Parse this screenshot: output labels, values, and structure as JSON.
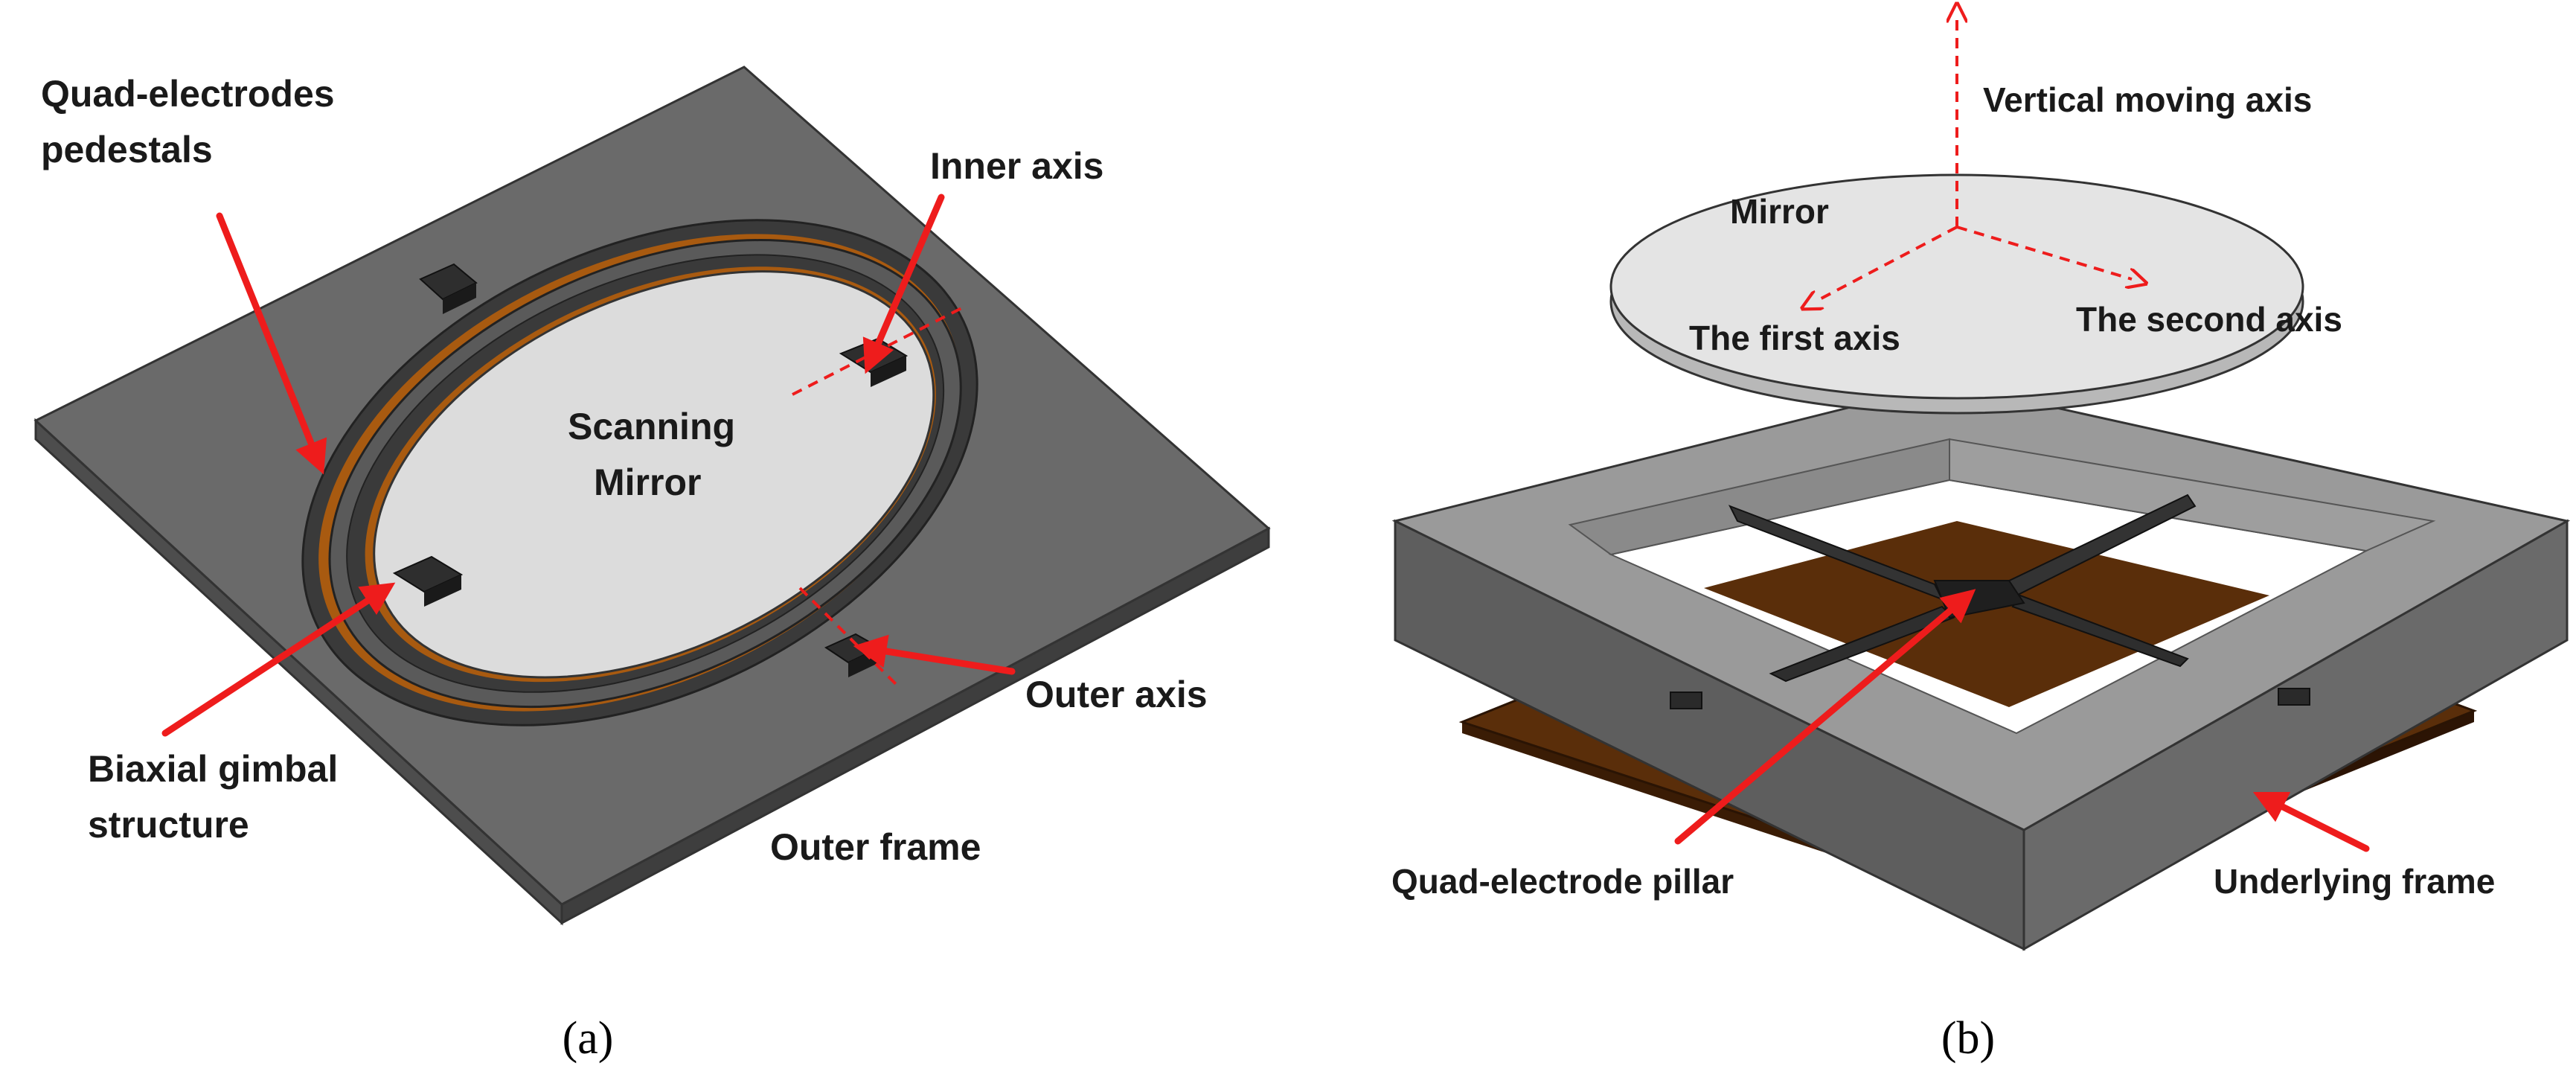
{
  "panel_a": {
    "caption": "(a)",
    "labels": {
      "pedestals_line1": "Quad-electrodes",
      "pedestals_line2": "pedestals",
      "inner_axis": "Inner axis",
      "mirror_line1": "Scanning",
      "mirror_line2": "Mirror",
      "outer_axis": "Outer axis",
      "gimbal_line1": "Biaxial gimbal",
      "gimbal_line2": "structure",
      "outer_frame": "Outer frame"
    }
  },
  "panel_b": {
    "caption": "(b)",
    "labels": {
      "vertical_axis": "Vertical moving axis",
      "mirror": "Mirror",
      "first_axis": "The first axis",
      "second_axis": "The second axis",
      "pillar": "Quad-electrode pillar",
      "underlying_frame": "Underlying frame"
    }
  },
  "colors": {
    "annotation": "#ee1c1c",
    "frame": "#6a6a6a",
    "mirror": "#dcdcdc",
    "electrode": "#a85a10",
    "underlying": "#5a2e0a"
  }
}
